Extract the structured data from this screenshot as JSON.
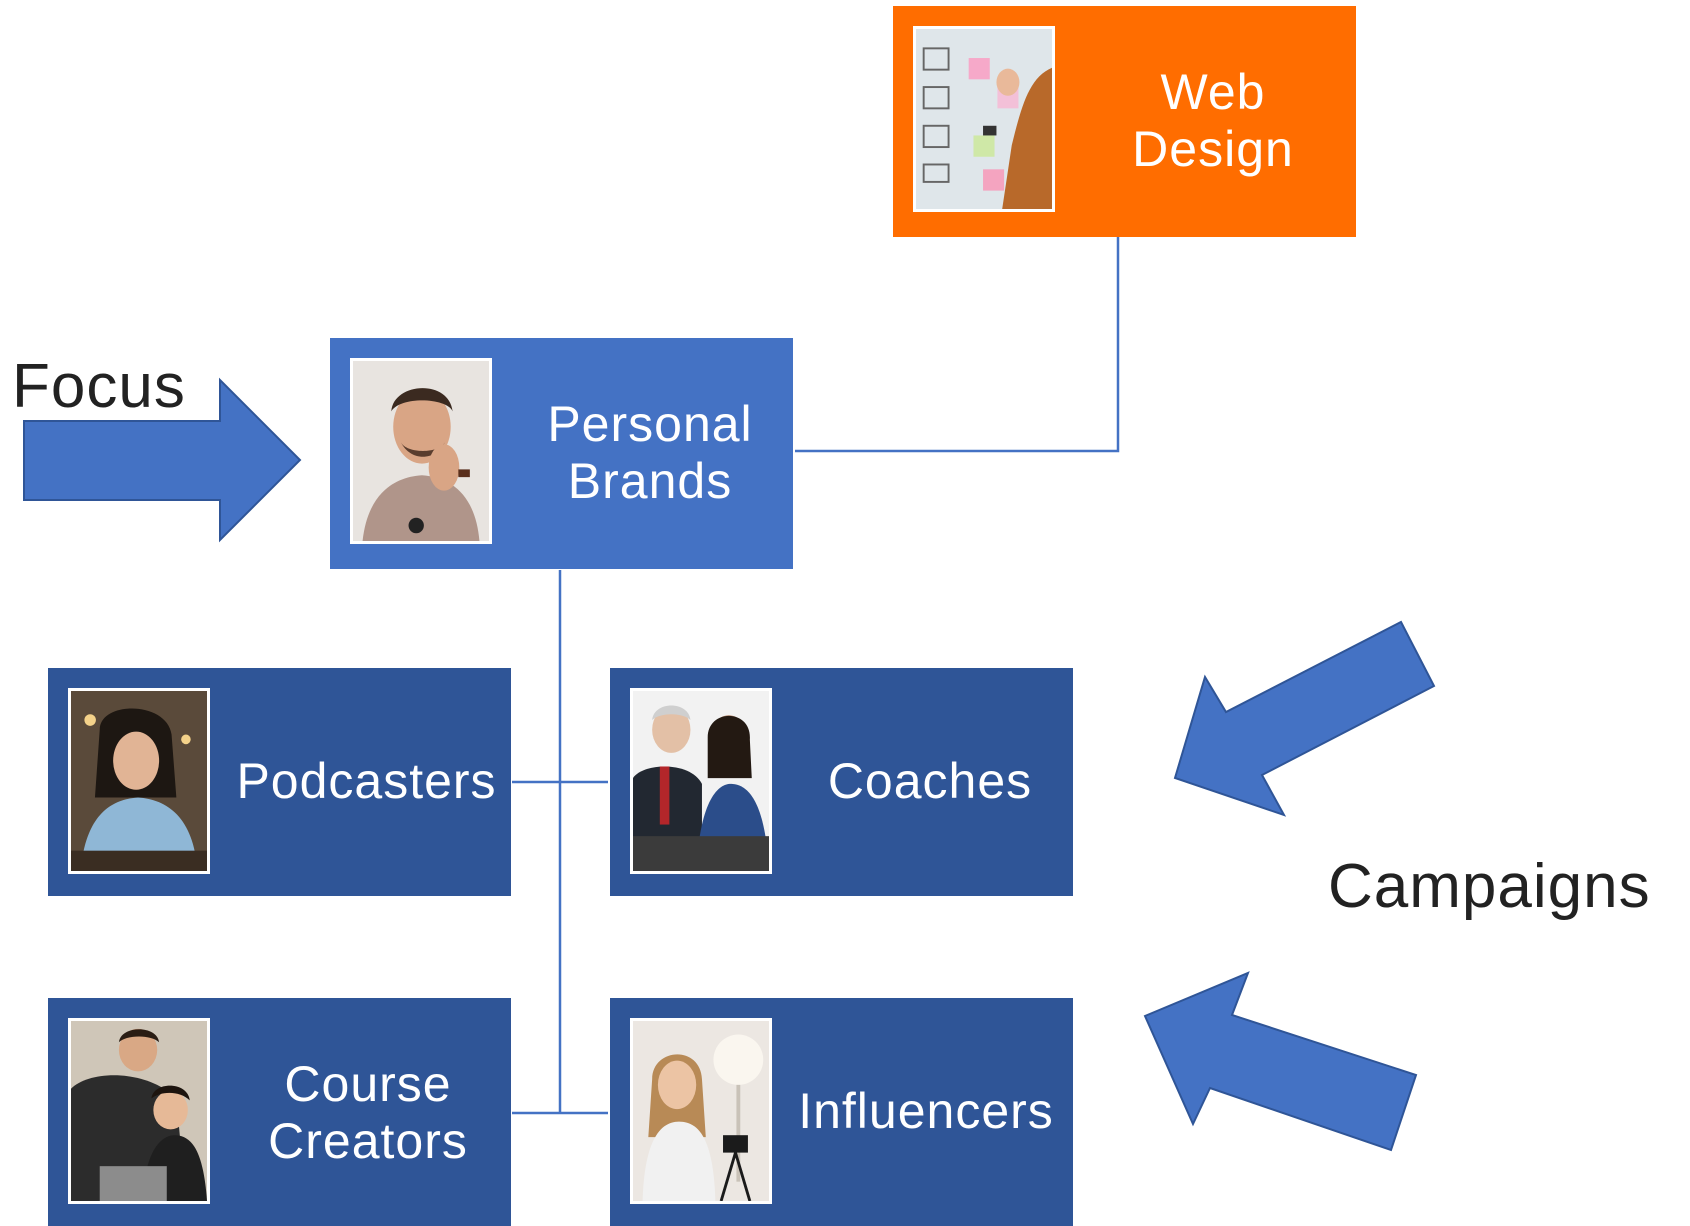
{
  "colors": {
    "accent_orange": "#ff6d00",
    "primary_blue": "#4472c4",
    "dark_blue": "#2f5597",
    "line_blue": "#4472c4",
    "arrow_blue": "#4472c4",
    "text_dark": "#222222"
  },
  "nodes": {
    "web_design": {
      "label": "Web\nDesign",
      "image": "sticky-notes-photo"
    },
    "personal_brands": {
      "label": "Personal\nBrands",
      "image": "man-portrait-photo"
    },
    "podcasters": {
      "label": "Podcasters",
      "image": "woman-leaning-photo"
    },
    "coaches": {
      "label": "Coaches",
      "image": "coaching-meeting-photo"
    },
    "course_creators": {
      "label": "Course\nCreators",
      "image": "laptop-teaching-photo"
    },
    "influencers": {
      "label": "Influencers",
      "image": "vlogger-photo"
    }
  },
  "annotations": {
    "focus": "Focus",
    "campaigns": "Campaigns"
  }
}
